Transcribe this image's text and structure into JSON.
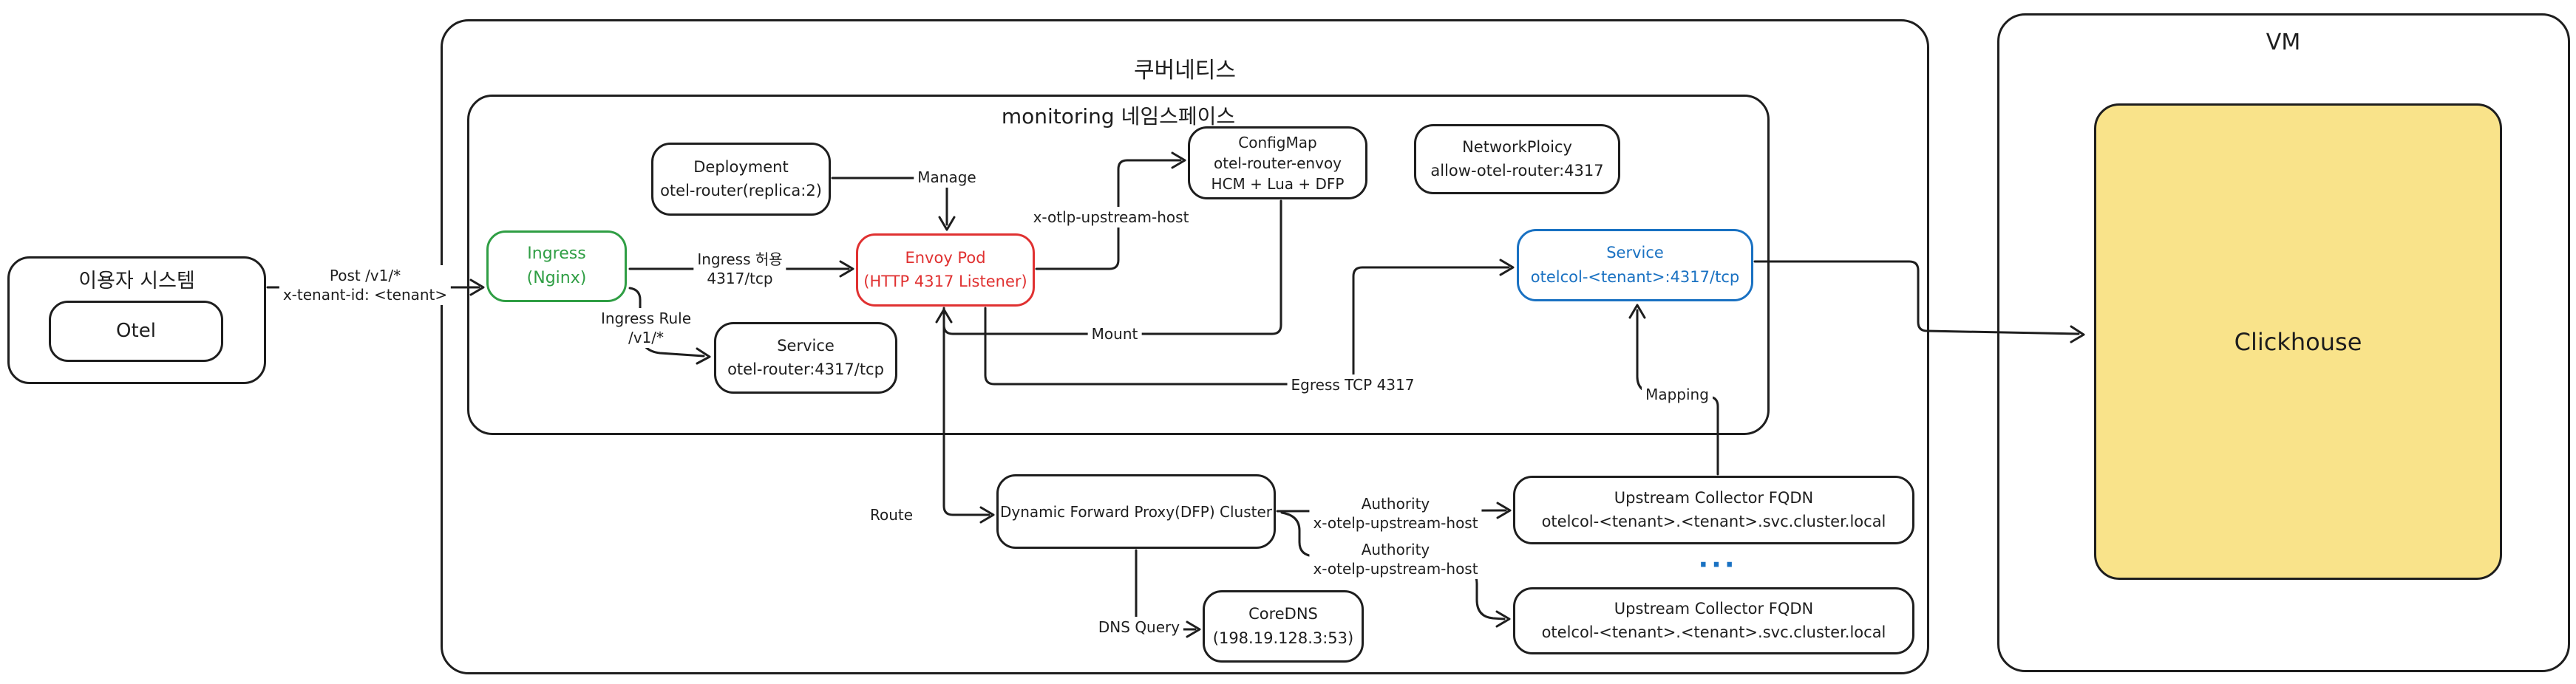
{
  "colors": {
    "ink": "#1e1e1e",
    "green": "#2f9e44",
    "red": "#e03131",
    "blue": "#1971c2",
    "yellow_fill": "#f9e38a",
    "background": "#ffffff"
  },
  "containers": {
    "user_system": {
      "title": "이용자 시스템"
    },
    "kubernetes": {
      "title": "쿠버네티스"
    },
    "namespace": {
      "title": "monitoring 네임스페이스"
    },
    "vm": {
      "title": "VM"
    }
  },
  "nodes": {
    "otel": {
      "lines": [
        "Otel"
      ]
    },
    "deployment": {
      "lines": [
        "Deployment",
        "otel-router(replica:2)"
      ]
    },
    "ingress": {
      "lines": [
        "Ingress",
        "(Nginx)"
      ]
    },
    "envoy_pod": {
      "lines": [
        "Envoy Pod",
        "(HTTP 4317 Listener)"
      ]
    },
    "service_router": {
      "lines": [
        "Service",
        "otel-router:4317/tcp"
      ]
    },
    "configmap": {
      "lines": [
        "ConfigMap",
        "otel-router-envoy",
        "HCM + Lua + DFP"
      ]
    },
    "network_policy": {
      "lines": [
        "NetworkPloicy",
        "allow-otel-router:4317"
      ]
    },
    "service_otelcol": {
      "lines": [
        "Service",
        "otelcol-<tenant>:4317/tcp"
      ]
    },
    "dfp_cluster": {
      "lines": [
        "Dynamic Forward Proxy(DFP) Cluster"
      ]
    },
    "coredns": {
      "lines": [
        "CoreDNS",
        "(198.19.128.3:53)"
      ]
    },
    "fqdn_top": {
      "lines": [
        "Upstream Collector FQDN",
        "otelcol-<tenant>.<tenant>.svc.cluster.local"
      ]
    },
    "fqdn_bottom": {
      "lines": [
        "Upstream Collector FQDN",
        "otelcol-<tenant>.<tenant>.svc.cluster.local"
      ]
    },
    "clickhouse": {
      "lines": [
        "Clickhouse"
      ]
    },
    "ellipsis": "..."
  },
  "edges": {
    "post": {
      "lines": [
        "Post /v1/*",
        "x-tenant-id: <tenant>"
      ]
    },
    "ingress_allow": {
      "lines": [
        "Ingress 허용",
        "4317/tcp"
      ]
    },
    "ingress_rule": {
      "lines": [
        "Ingress Rule",
        "/v1/*"
      ]
    },
    "manage": {
      "lines": [
        "Manage"
      ]
    },
    "x_otlp_upstream_host": {
      "lines": [
        "x-otlp-upstream-host"
      ]
    },
    "mount": {
      "lines": [
        "Mount"
      ]
    },
    "egress": {
      "lines": [
        "Egress TCP 4317"
      ]
    },
    "route": {
      "lines": [
        "Route"
      ]
    },
    "authority_top": {
      "lines": [
        "Authority",
        "x-otelp-upstream-host"
      ]
    },
    "authority_bottom": {
      "lines": [
        "Authority",
        "x-otelp-upstream-host"
      ]
    },
    "dns_query": {
      "lines": [
        "DNS Query"
      ]
    },
    "mapping": {
      "lines": [
        "Mapping"
      ]
    }
  }
}
